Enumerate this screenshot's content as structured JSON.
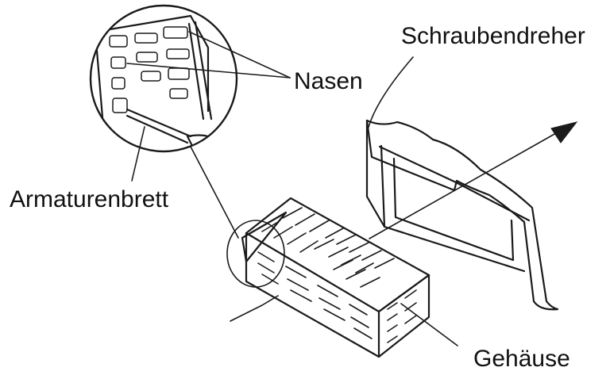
{
  "labels": {
    "screwdriver": "Schraubendreher",
    "tabs": "Nasen",
    "dashboard": "Armaturenbrett",
    "housing": "Gehäuse"
  },
  "colors": {
    "line": "#1a1a1a",
    "text": "#111111",
    "background": "#ffffff"
  }
}
